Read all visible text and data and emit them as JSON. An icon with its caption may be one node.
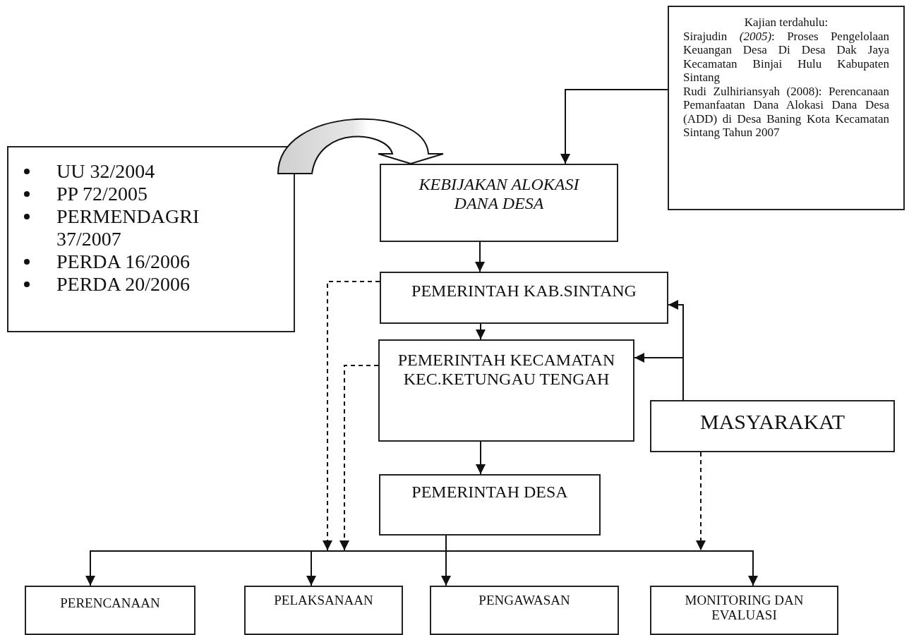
{
  "diagram": {
    "nodes": [
      {
        "text": [
          "UU 32/2004",
          "PP 72/2005",
          "PERMENDAGRI 37/2007",
          "PERDA 16/2006",
          "PERDA 20/2006"
        ]
      },
      {
        "text": [
          "KEBIJAKAN ALOKASI DANA DESA"
        ]
      },
      {
        "text": [
          "Kajian terdahulu:",
          "Sirajudin *(2005)*: Proses Pengelolaan Keuangan Desa Di Desa Dak Jaya Kecamatan Binjai Hulu Kabupaten Sintang",
          "Rudi Zulhiriansyah (2008): Perencanaan Pemanfaatan Dana Alokasi Dana Desa (ADD) di Desa Baning Kota Kecamatan Sintang Tahun 2007"
        ]
      },
      {
        "text": [
          "PEMERINTAH KAB.SINTANG"
        ]
      },
      {
        "text": [
          "PEMERINTAH KECAMATAN KEC.KETUNGAU TENGAH"
        ]
      },
      {
        "text": [
          "MASYARAKAT"
        ]
      },
      {
        "text": [
          "PEMERINTAH DESA"
        ]
      },
      {
        "text": [
          "PERENCANAAN"
        ]
      },
      {
        "text": [
          "PELAKSANAAN"
        ]
      },
      {
        "text": [
          "PENGAWASAN"
        ]
      },
      {
        "text": [
          "MONITORING DAN EVALUASI"
        ]
      }
    ],
    "edges": [
      {
        "from": 0,
        "to": 1,
        "arrow": "to",
        "style": "thick"
      },
      {
        "from": 2,
        "to": 1,
        "arrow": "to"
      },
      {
        "from": 1,
        "to": 3,
        "arrow": "to"
      },
      {
        "from": 3,
        "to": 4,
        "arrow": "to"
      },
      {
        "from": 4,
        "to": 6,
        "arrow": "to"
      },
      {
        "from": 5,
        "to": 3,
        "arrow": "to"
      },
      {
        "from": 5,
        "to": 4,
        "arrow": "to"
      },
      {
        "from": 3,
        "to": null,
        "arrow": "to",
        "style": "dashed"
      },
      {
        "from": 4,
        "to": null,
        "arrow": "to",
        "style": "dashed"
      },
      {
        "from": 5,
        "to": null,
        "arrow": "to",
        "style": "dashed"
      },
      {
        "from": 6,
        "to": 7,
        "arrow": "to"
      },
      {
        "from": 6,
        "to": 8,
        "arrow": "to"
      },
      {
        "from": 6,
        "to": 9,
        "arrow": "to"
      },
      {
        "from": 6,
        "to": 10,
        "arrow": "to"
      }
    ]
  }
}
